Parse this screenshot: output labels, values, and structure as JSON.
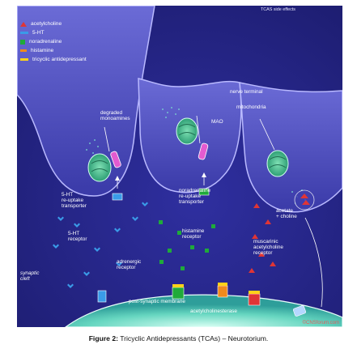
{
  "figure": {
    "corner_tag": "TCAS side effects",
    "watermark": "©CNSforum.com"
  },
  "legend": [
    {
      "label": "acetylcholine",
      "color": "#e03535",
      "icon": "triangle-marker-icon"
    },
    {
      "label": "5-HT",
      "color": "#3a9be8",
      "icon": "chevron-marker-icon"
    },
    {
      "label": "noradrenaline",
      "color": "#1faa3a",
      "icon": "square-marker-icon"
    },
    {
      "label": "histamine",
      "color": "#f08a1c",
      "icon": "dash-marker-icon"
    },
    {
      "label": "tricyclic antidepressant",
      "color": "#ffd21a",
      "icon": "bar-marker-icon"
    }
  ],
  "labels": {
    "nerve_terminal": "nerve terminal",
    "mitochondria": "mitochondria",
    "degraded_monoamines": "degraded\nmonoamines",
    "mao": "MAO",
    "ht_reuptake": "5-HT\nre-uptake\ntransporter",
    "ne_reuptake": "noradrenaline\nre-uptake\ntransporter",
    "acetate_choline": "acetate\n+ choline",
    "ht_receptor": "5-HT\nreceptor",
    "histamine_receptor": "histamine\nreceptor",
    "muscarinic_receptor": "muscarinic\nacetylcholine\nreceptor",
    "adrenergic_receptor": "adrenergic\nreceptor",
    "synaptic_cleft": "synaptic\ncleft",
    "post_synaptic": "post-synaptic membrane",
    "acetylcholinesterase": "acetylcholinesterase"
  },
  "caption": {
    "prefix": "Figure 2:",
    "text": " Tricyclic Antidepressants (TCAs) – Neurotorium."
  }
}
